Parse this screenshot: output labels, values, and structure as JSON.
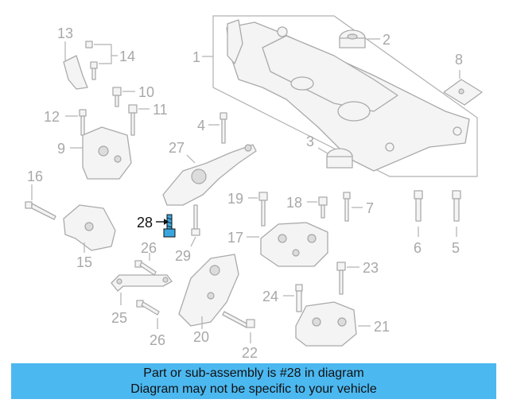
{
  "labels": {
    "p1": "1",
    "p2": "2",
    "p5": "5",
    "p6": "6",
    "p7": "7",
    "p8": "8",
    "p9": "9",
    "p10": "10",
    "p11": "11",
    "p12": "12",
    "p13": "13",
    "p14": "14",
    "p15": "15",
    "p16": "16",
    "p17": "17",
    "p18": "18",
    "p19": "19",
    "p20": "20",
    "p21": "21",
    "p22": "22",
    "p23": "23",
    "p24": "24",
    "p25": "25",
    "p26a": "26",
    "p26b": "26",
    "p27": "27",
    "p28": "28",
    "p29": "29",
    "p3": "3",
    "p4": "4"
  },
  "highlight": {
    "part_number": "28",
    "color": "#3aa6e0"
  },
  "banner": {
    "line1": "Part or sub-assembly is #28 in diagram",
    "line2": "Diagram may not be specific to your vehicle",
    "color": "#4cb8f0"
  }
}
